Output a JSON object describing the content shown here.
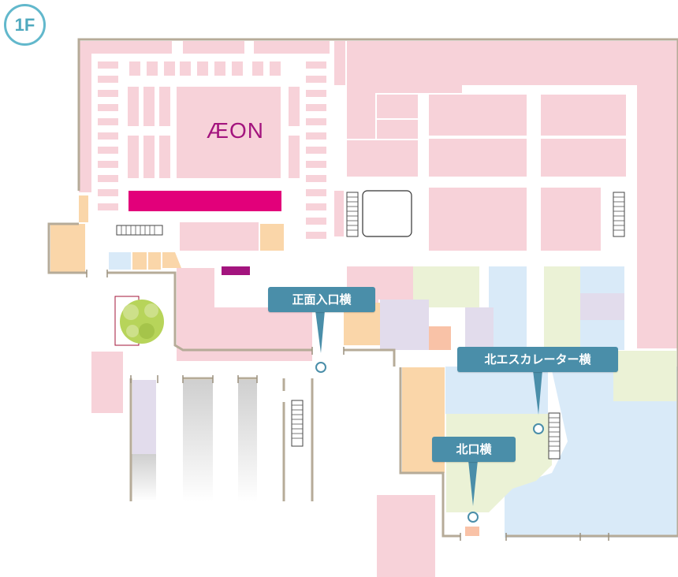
{
  "floor": {
    "label": "1F"
  },
  "brand": {
    "logo_text": "ÆON",
    "color": "#a3147e"
  },
  "colors": {
    "shop_pink": "#f7d2d9",
    "wall": "#b6ab98",
    "service_orange": "#fad6a9",
    "zone_blue": "#d9eaf8",
    "zone_green": "#ebf2d6",
    "zone_lavender": "#e2dcec",
    "highlight_magenta": "#e2007a",
    "callout_blue": "#4a8ea9",
    "marker_circle": "#4a8ea9",
    "tree_green": "#b7d45a"
  },
  "icons": {
    "escalator": "escalator-stairs-icon",
    "tree": "tree-icon",
    "marker": "location-circle-icon"
  },
  "entrances": [
    {
      "label": "正面入口横"
    },
    {
      "label": "北エスカレーター横"
    },
    {
      "label": "北口横"
    }
  ]
}
